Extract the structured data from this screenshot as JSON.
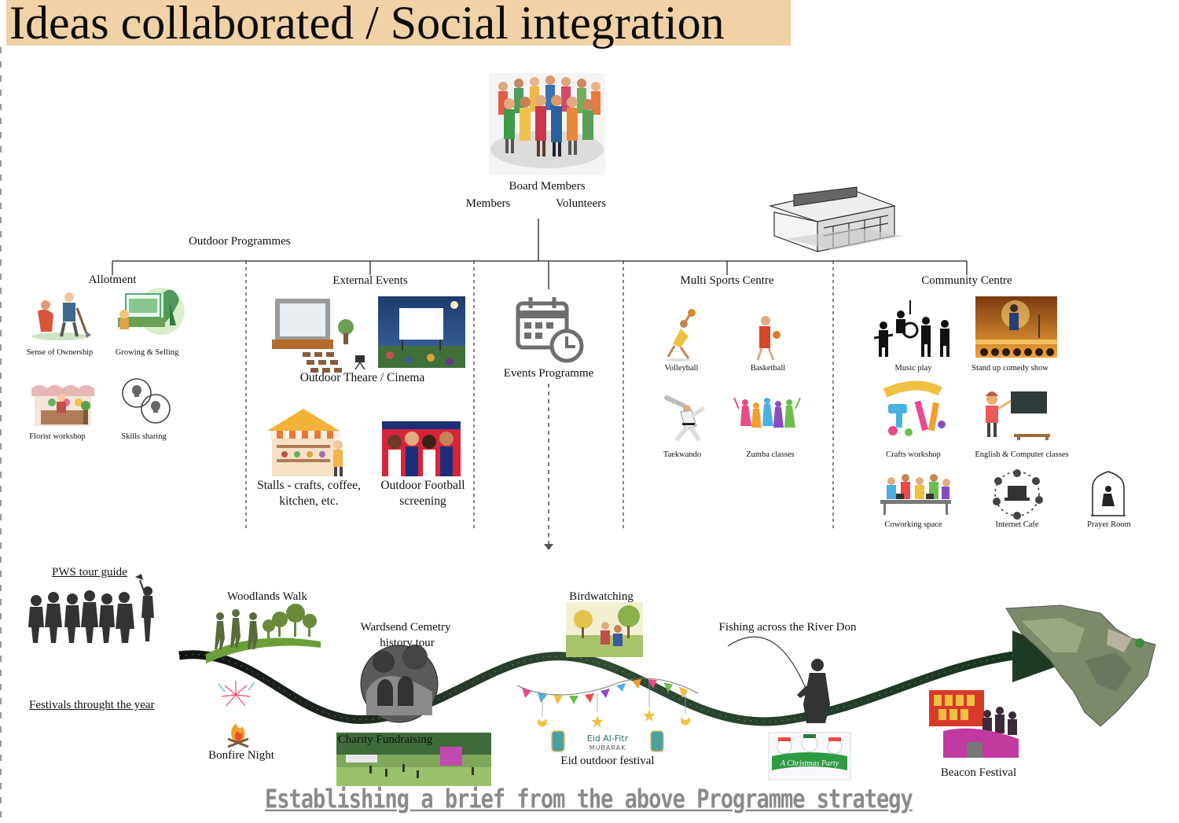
{
  "title": "Ideas collaborated / Social integration",
  "top": {
    "board_members": "Board Members",
    "members": "Members",
    "volunteers": "Volunteers",
    "outdoor_programmes": "Outdoor Programmes"
  },
  "branches": {
    "allotment": {
      "heading": "Allotment",
      "items": [
        "Sense of Ownership",
        "Growing & Selling",
        "Florist workshop",
        "Skills sharing"
      ]
    },
    "external_events": {
      "heading": "External Events",
      "items": [
        "Outdoor Theare / Cinema",
        "Stalls - crafts, coffee,",
        "kitchen, etc.",
        "Outdoor Football",
        "screening"
      ]
    },
    "events_programme": {
      "heading": "Events Programme"
    },
    "multi_sports": {
      "heading": "Multi Sports Centre",
      "items": [
        "Volleyball",
        "Basketball",
        "Taekwando",
        "Zumba classes"
      ]
    },
    "community_centre": {
      "heading": "Community Centre",
      "items": [
        "Music play",
        "Stand up comedy show",
        "Crafts workshop",
        "English & Computer classes",
        "Coworking space",
        "Internet Cafe",
        "Prayer Room"
      ]
    }
  },
  "timeline": {
    "pws_tour": "PWS tour guide",
    "festivals": "Festivals throught the year",
    "woodlands": "Woodlands Walk",
    "wardsend_1": "Wardsend Cemetry",
    "wardsend_2": "history tour",
    "birdwatching": "Birdwatching",
    "fishing": "Fishing across the River Don",
    "bonfire": "Bonfire Night",
    "charity": "Charity Fundraising",
    "eid": "Eid outdoor festival",
    "eid_graphic_1": "Eid Al-Fitr",
    "eid_graphic_2": "MUBARAK",
    "christmas_graphic": "A Christmas Party",
    "beacon": "Beacon Festival"
  },
  "footer": "Establishing a brief from the above Programme strategy",
  "colors": {
    "title_bg": "#f1d2a6",
    "footer": "#8a8a8a",
    "road": "#1f2b22"
  }
}
